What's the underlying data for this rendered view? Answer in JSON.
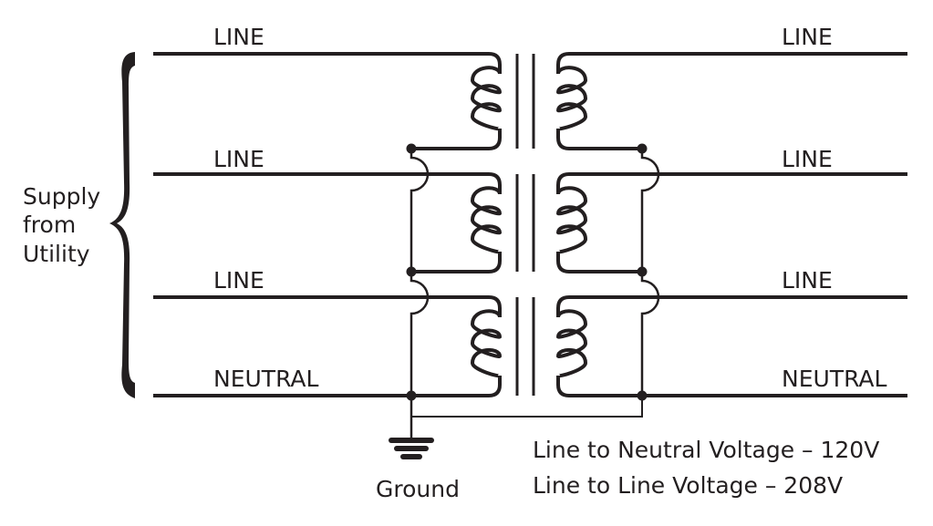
{
  "diagram": {
    "title": "Wye-Wye three-phase transformer connection",
    "supply_label": [
      "Supply",
      "from",
      "Utility"
    ],
    "primary_conductors": [
      {
        "label": "LINE"
      },
      {
        "label": "LINE"
      },
      {
        "label": "LINE"
      },
      {
        "label": "NEUTRAL"
      }
    ],
    "secondary_conductors": [
      {
        "label": "LINE"
      },
      {
        "label": "LINE"
      },
      {
        "label": "LINE"
      },
      {
        "label": "NEUTRAL"
      }
    ],
    "ground_label": "Ground",
    "notes": [
      "Line to Neutral Voltage – 120V",
      "Line to Line Voltage – 208V"
    ],
    "ink_color": "#231f20"
  }
}
